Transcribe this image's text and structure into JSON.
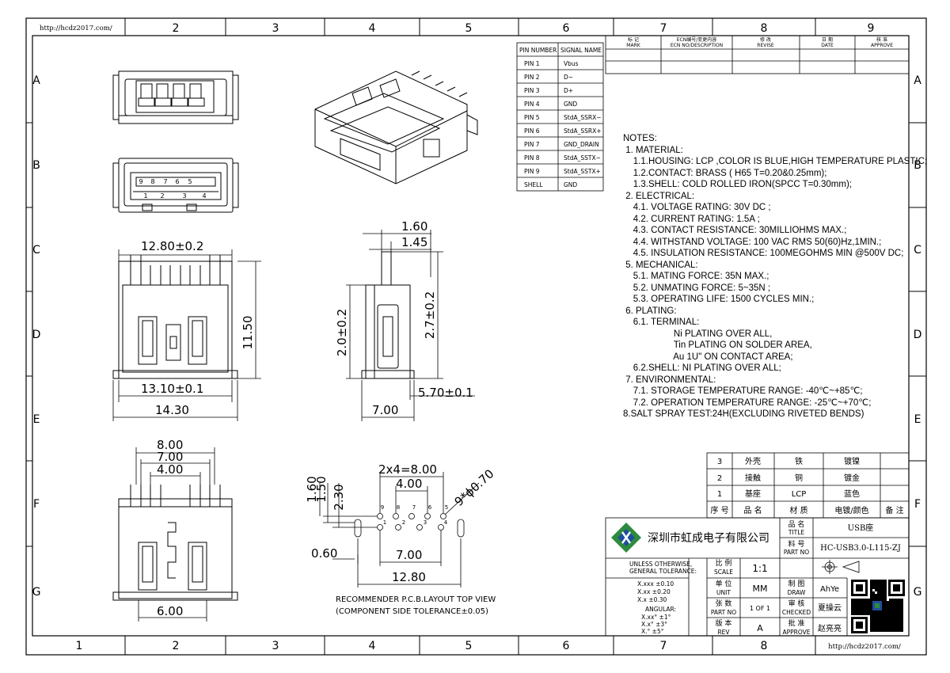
{
  "frame": {
    "url": "http://hcdz2017.com/",
    "columns_top": [
      "2",
      "3",
      "4",
      "5",
      "6",
      "7",
      "8",
      "9"
    ],
    "columns_bottom": [
      "1",
      "2",
      "3",
      "4",
      "5",
      "6",
      "7",
      "8"
    ],
    "rows": [
      "A",
      "B",
      "C",
      "D",
      "E",
      "F",
      "G"
    ]
  },
  "revision_table": {
    "headers": [
      {
        "cn": "标 记",
        "en": "MARK"
      },
      {
        "cn": "ECN编号/变更内容",
        "en": "ECN NO/DESCRIPTION"
      },
      {
        "cn": "修 改",
        "en": "REVISE"
      },
      {
        "cn": "日 期",
        "en": "DATE"
      },
      {
        "cn": "核 准",
        "en": "APPROVE"
      }
    ]
  },
  "pin_table": {
    "headers": [
      "PIN NUMBER",
      "SIGNAL NAME"
    ],
    "rows": [
      [
        "PIN 1",
        "Vbus"
      ],
      [
        "PIN 2",
        "D−"
      ],
      [
        "PIN 3",
        "D+"
      ],
      [
        "PIN 4",
        "GND"
      ],
      [
        "PIN 5",
        "StdA_SSRX−"
      ],
      [
        "PIN 6",
        "StdA_SSRX+"
      ],
      [
        "PIN 7",
        "GND_DRAIN"
      ],
      [
        "PIN 8",
        "StdA_SSTX−"
      ],
      [
        "PIN 9",
        "StdA_SSTX+"
      ],
      [
        "SHELL",
        "GND"
      ]
    ]
  },
  "front_view_pins_top": [
    "9",
    "8",
    "7",
    "6",
    "5"
  ],
  "front_view_pins_bottom": [
    "1",
    "2",
    "3",
    "4"
  ],
  "dimensions": {
    "d_12_80": "12.80±0.2",
    "d_11_50": "11.50",
    "d_13_10": "13.10±0.1",
    "d_14_30": "14.30",
    "d_1_60": "1.60",
    "d_1_45": "1.45",
    "d_2_0": "2.0±0.2",
    "d_2_7": "2.7±0.2",
    "d_5_70": "5.70±0.1",
    "d_7_00": "7.00",
    "b_8_00": "8.00",
    "b_7_00": "7.00",
    "b_4_00": "4.00",
    "b_6_00": "6.00",
    "p_2x4": "2x4=8.00",
    "p_4_00": "4.00",
    "p_9x": "9*ϕ0.70",
    "p_1_60": "1.60",
    "p_1_50": "1.50",
    "p_2_30": "2.30",
    "p_0_60": "0.60",
    "p_7_00": "7.00",
    "p_12_80": "12.80"
  },
  "pcb_pin_labels": [
    "9",
    "8",
    "7",
    "6",
    "5",
    "1",
    "2",
    "3",
    "4"
  ],
  "pcb_caption": [
    "RECOMMENDER P.C.B.LAYOUT TOP VIEW",
    "(COMPONENT SIDE TOLERANCE±0.05)"
  ],
  "notes": [
    "NOTES:",
    " 1. MATERIAL:",
    "    1.1.HOUSING: LCP ,COLOR IS BLUE,HIGH TEMPERATURE PLASTIC;",
    "    1.2.CONTACT: BRASS ( H65 T=0.20&0.25mm);",
    "    1.3.SHELL: COLD ROLLED IRON(SPCC T=0.30mm);",
    " 2. ELECTRICAL:",
    "    4.1. VOLTAGE RATING: 30V DC ;",
    "    4.2. CURRENT RATING: 1.5A ;",
    "    4.3. CONTACT RESISTANCE: 30MILLIOHMS MAX.;",
    "    4.4. WITHSTAND VOLTAGE: 100 VAC RMS 50(60)Hz,1MIN.;",
    "    4.5. INSULATION RESISTANCE: 100MEGOHMS MIN @500V DC;",
    " 5. MECHANICAL:",
    "    5.1. MATING FORCE: 35N MAX.;",
    "    5.2. UNMATING FORCE: 5~35N ;",
    "    5.3. OPERATING LIFE: 1500 CYCLES MIN.;",
    " 6. PLATING:",
    "    6.1. TERMINAL:",
    "                    Ni PLATING OVER ALL,",
    "                    Tin PLATING ON SOLDER AREA,",
    "                    Au 1U\" ON CONTACT AREA;",
    "    6.2.SHELL: NI PLATING OVER ALL;",
    " 7. ENVIRONMENTAL:",
    "    7.1. STORAGE TEMPERATURE RANGE: -40℃~+85℃;",
    "    7.2. OPERATION TEMPERATURE RANGE: -25℃~+70℃;",
    "8.SALT SPRAY TEST:24H(EXCLUDING RIVETED BENDS)"
  ],
  "bom": {
    "rows": [
      [
        "3",
        "外壳",
        "铁",
        "镀镍",
        ""
      ],
      [
        "2",
        "接触",
        "铜",
        "镀金",
        ""
      ],
      [
        "1",
        "基座",
        "LCP",
        "蓝色",
        ""
      ]
    ],
    "header": [
      "序 号",
      "品 名",
      "材 质",
      "电镀/颜色",
      "备 注"
    ]
  },
  "title_block": {
    "company": "深圳市虹成电子有限公司",
    "name_cn": "品 名",
    "name_en": "TITLE",
    "title": "USB座",
    "part_cn": "料 号",
    "part_en": "PART NO",
    "part_no": "HC-USB3.0-L115-ZJ",
    "tolerance_title": [
      "UNLESS OTHERWISE,",
      "GENERAL TOLERANCE:"
    ],
    "tolerances": [
      "X.xxx ±0.10",
      "X.xx   ±0.20",
      "X.x     ±0.30"
    ],
    "angular_title": "ANGULAR:",
    "angular": [
      "X.xx°   ±1°",
      "X.x°     ±3°",
      "X.°       ±5°"
    ],
    "scale_cn": "比 例",
    "scale_en": "SCALE",
    "scale": "1:1",
    "unit_cn": "单 位",
    "unit_en": "UNIT",
    "unit": "MM",
    "draw_cn": "制 图",
    "draw_en": "DRAW",
    "drawer": "AhYe",
    "sheet_cn": "张 数",
    "sheet_en": "PART NO",
    "sheet": "1 OF 1",
    "check_cn": "审 核",
    "check_en": "CHECKED",
    "checker": "夏操云",
    "rev_cn": "版 本",
    "rev_en": "REV",
    "rev": "A",
    "approve_cn": "批 准",
    "approve_en": "APPROVE",
    "approver": "赵亮亮"
  },
  "colors": {
    "logo_green": "#2e8b3e",
    "logo_blue": "#1f4f9c",
    "ink": "#000000"
  }
}
